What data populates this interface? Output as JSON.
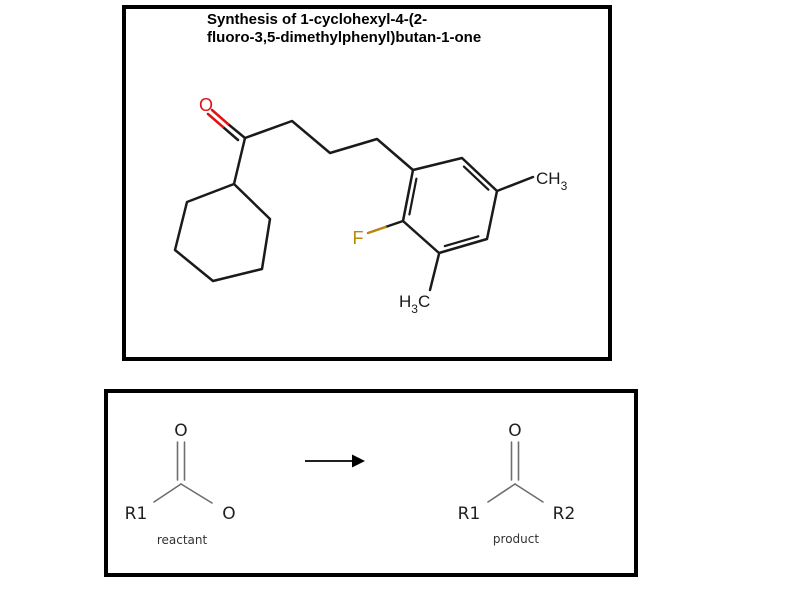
{
  "top_panel": {
    "title": {
      "line1": "Synthesis of 1-cyclohexyl-4-(2-",
      "line2": "fluoro-3,5-dimethylphenyl)butan-1-one"
    },
    "molecule": {
      "carbonyl_oxygen": "O",
      "fluorine": "F",
      "methyl_right_main": "CH",
      "methyl_right_sub": "3",
      "methyl_bottom_h": "H",
      "methyl_bottom_sub": "3",
      "methyl_bottom_c": "C"
    },
    "colors": {
      "oxygen_red": "#e01212",
      "fluorine_gold": "#b8860b",
      "bond_black": "#1a1a1a"
    }
  },
  "reaction_panel": {
    "reactant": {
      "oxygen_top": "O",
      "r1": "R1",
      "oxygen_right": "O",
      "caption": "reactant"
    },
    "product": {
      "oxygen_top": "O",
      "r1": "R1",
      "r2": "R2",
      "caption": "product"
    },
    "colors": {
      "bond_gray": "#6e6e6e",
      "atom_text": "#1f1f1f",
      "caption_text": "#333333",
      "arrow_black": "#000000"
    }
  }
}
